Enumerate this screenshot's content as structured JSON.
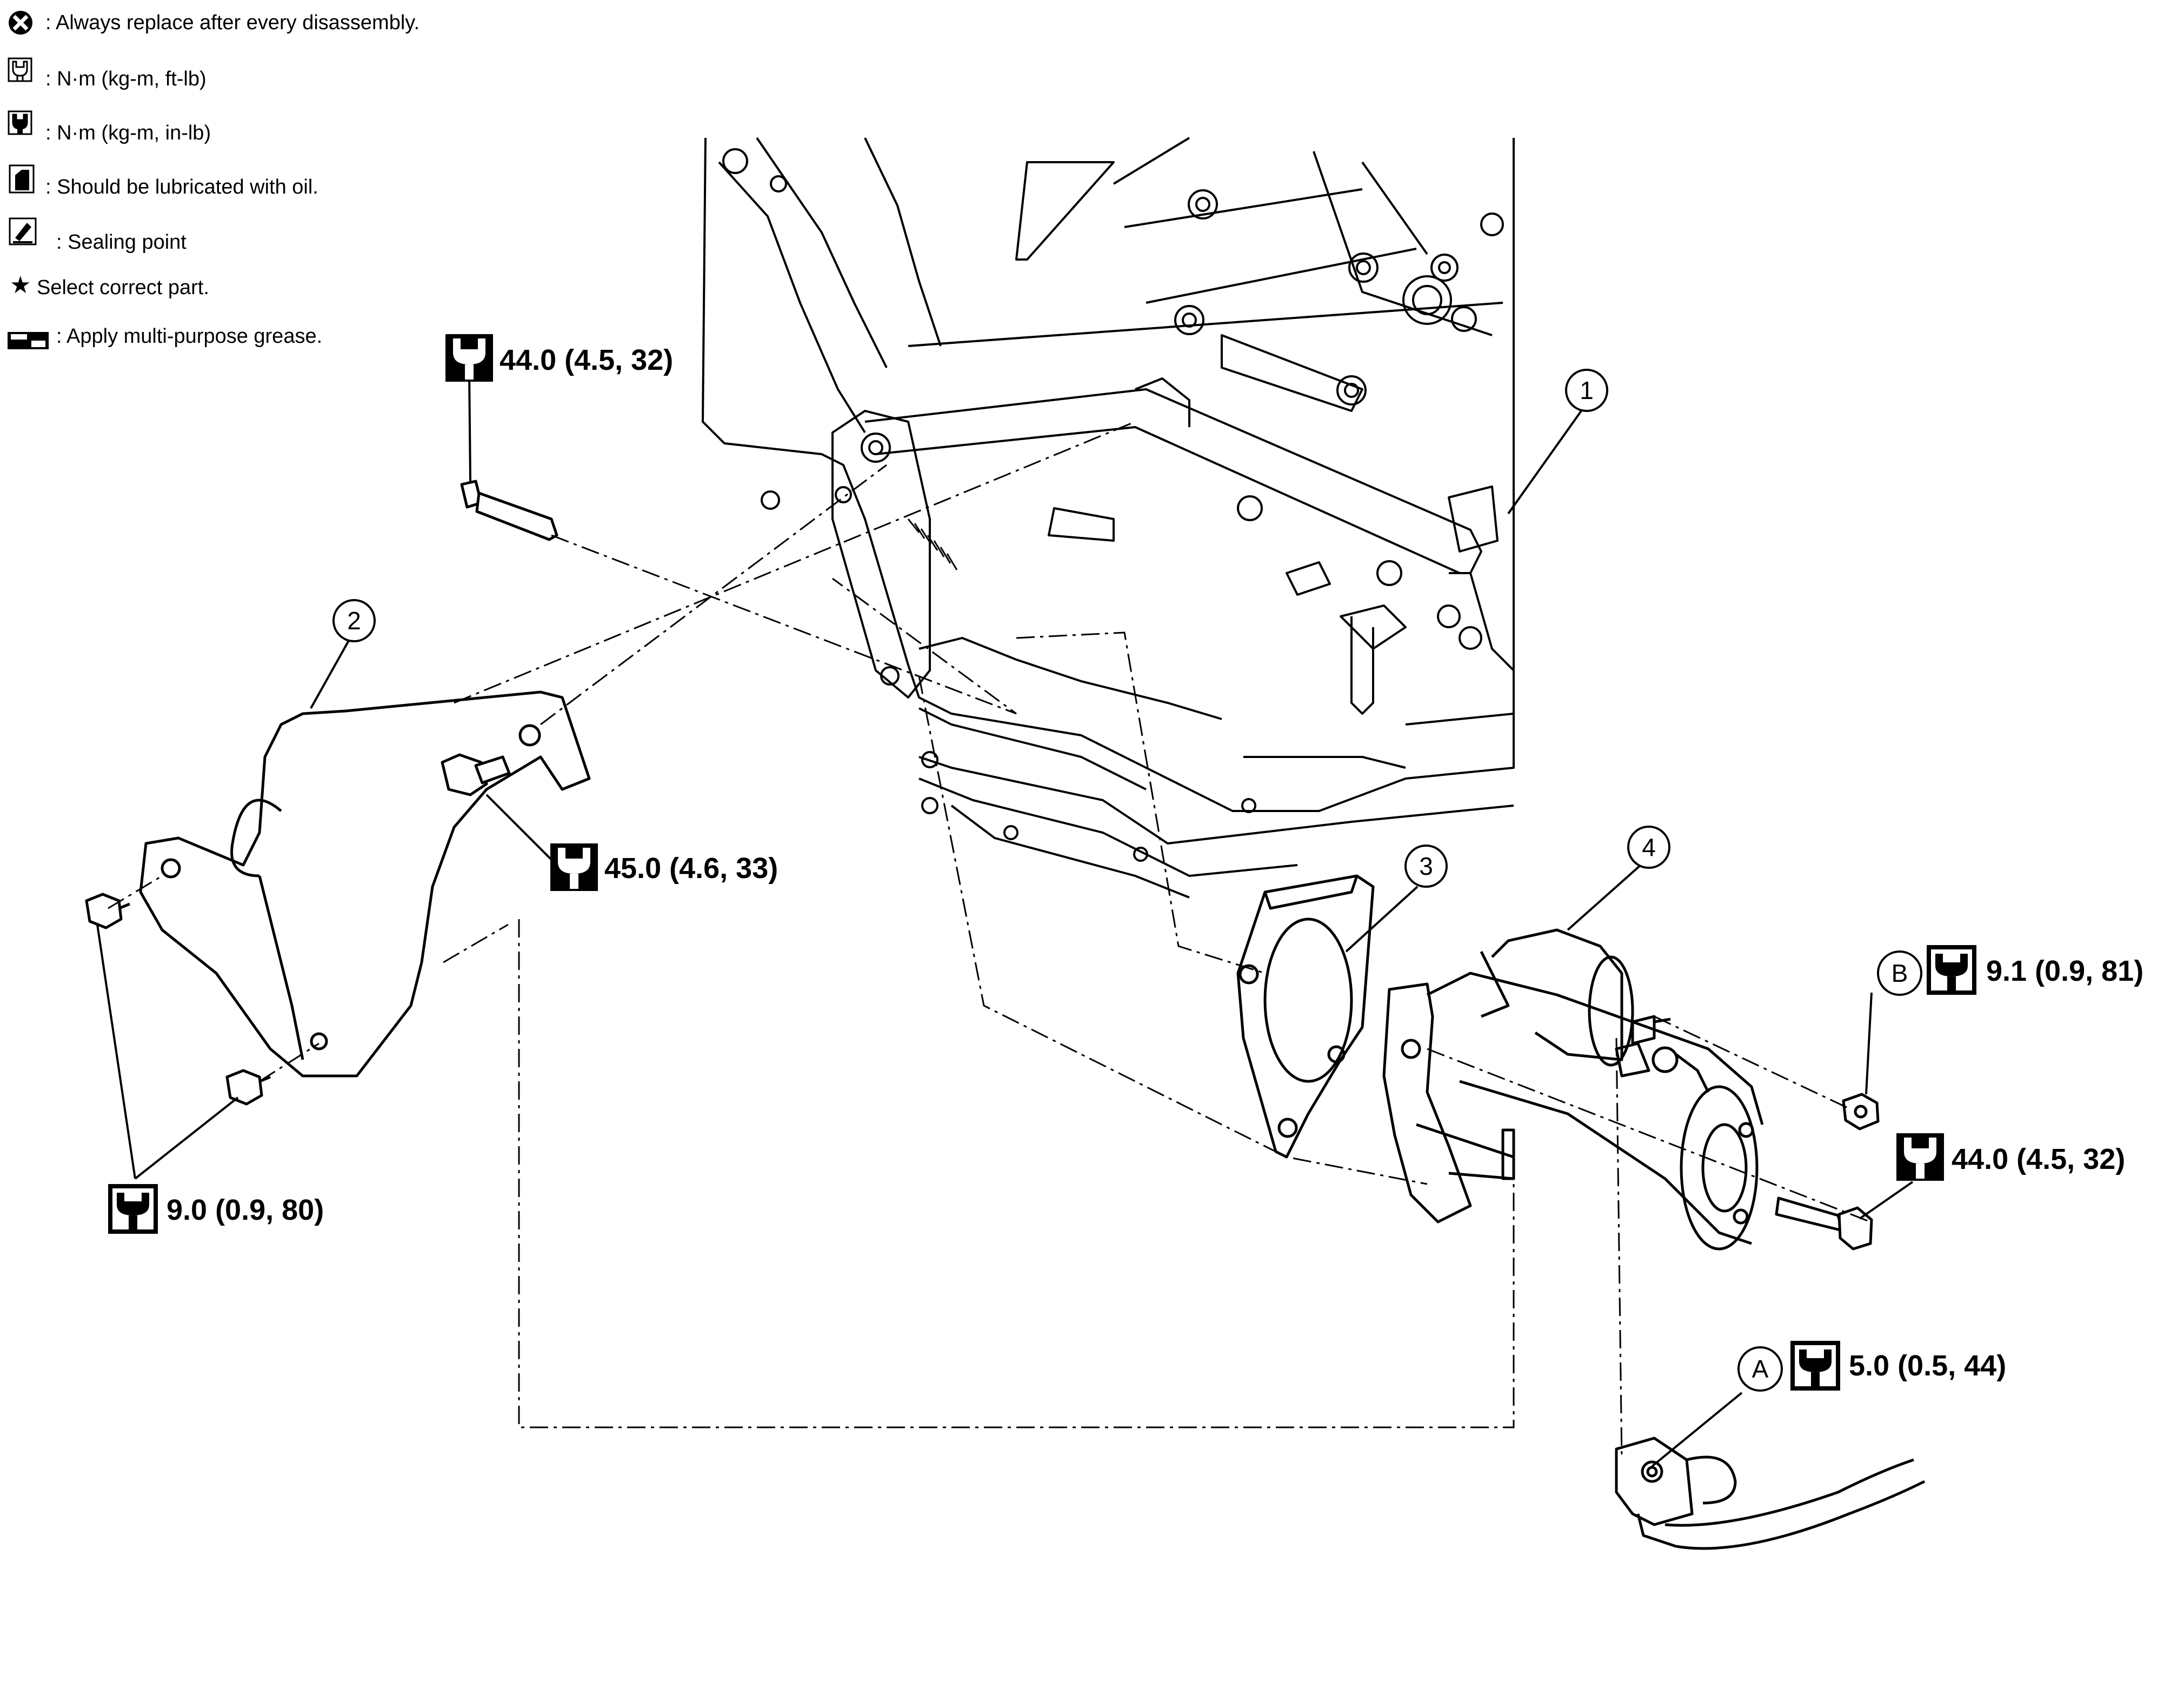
{
  "legend": [
    {
      "icon": "replace-icon",
      "text": ": Always replace after every disassembly."
    },
    {
      "icon": "torque-ftlb-icon",
      "text": ": N·m (kg-m, ft-lb)"
    },
    {
      "icon": "torque-inlb-icon",
      "text": ": N·m (kg-m, in-lb)"
    },
    {
      "icon": "oil-can-icon",
      "text": ": Should be lubricated with oil."
    },
    {
      "icon": "sealing-icon",
      "text": ": Sealing point"
    },
    {
      "icon": "star-icon",
      "text": "Select correct part."
    },
    {
      "icon": "grease-icon",
      "text": ": Apply multi-purpose grease."
    }
  ],
  "torques": {
    "top_bolt": "44.0 (4.5, 32)",
    "bracket_bolt": "45.0 (4.6, 33)",
    "bracket_nuts": "9.0 (0.9, 80)",
    "nut_b": "9.1 (0.9, 81)",
    "starter_bolt": "44.0 (4.5, 32)",
    "terminal_a": "5.0 (0.5, 44)"
  },
  "callouts": {
    "part1": "1",
    "part2": "2",
    "part3": "3",
    "part4": "4",
    "ref_a": "A",
    "ref_b": "B"
  }
}
